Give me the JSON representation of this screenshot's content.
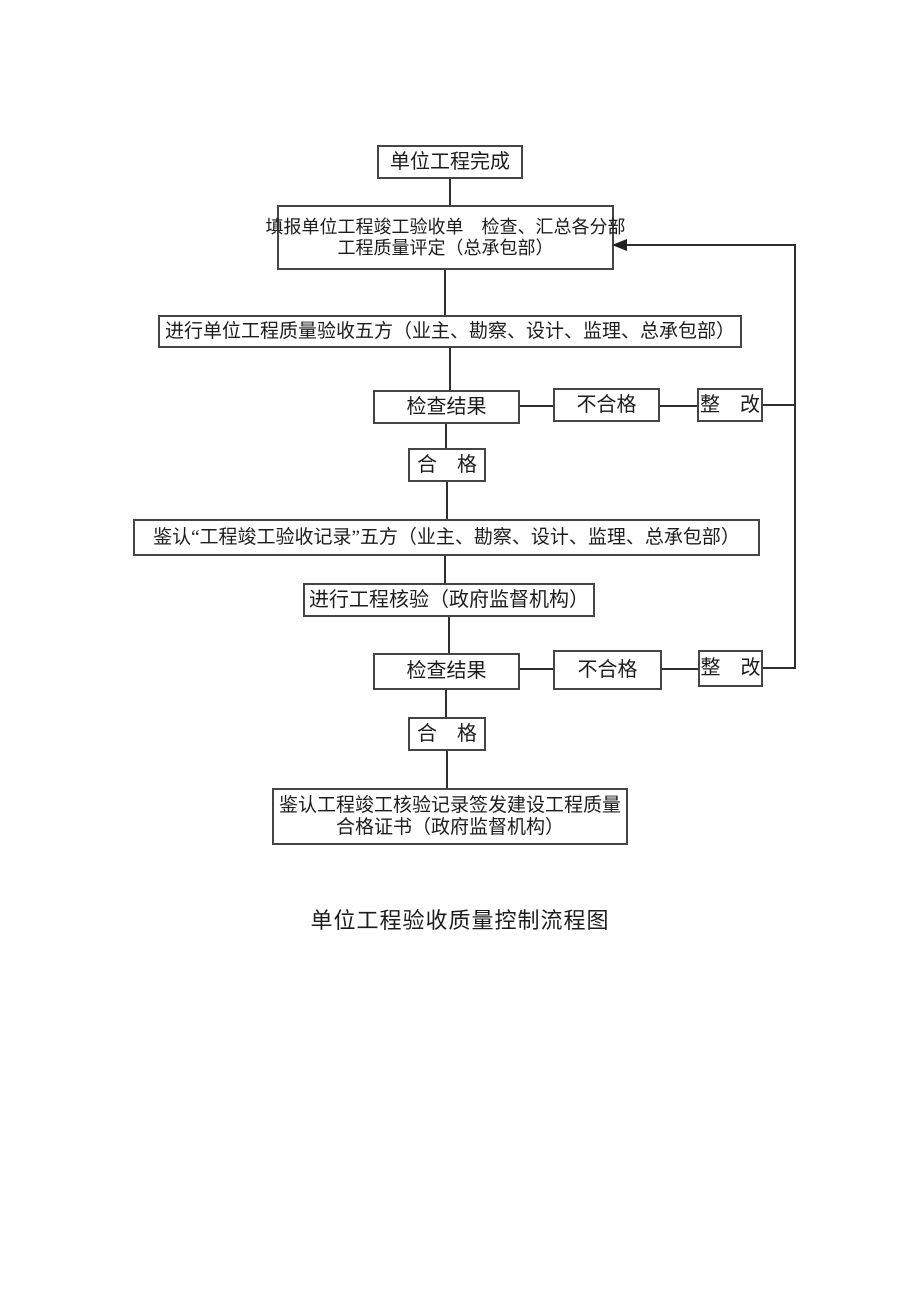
{
  "diagram": {
    "caption": "单位工程验收质量控制流程图",
    "nodes": {
      "start": {
        "label": "单位工程完成"
      },
      "fill_report": {
        "line1": "填报单位工程竣工验收单　检查、汇总各分部",
        "line2": "工程质量评定（总承包部）"
      },
      "unit_acceptance": {
        "label": "进行单位工程质量验收五方（业主、勘察、设计、监理、总承包部）"
      },
      "check_result_1": {
        "label": "检查结果"
      },
      "fail_1": {
        "label": "不合格"
      },
      "rectify_1": {
        "label": "整　改"
      },
      "pass_1": {
        "label": "合　格"
      },
      "sign_record": {
        "label": "鉴认“工程竣工验收记录”五方（业主、勘察、设计、监理、总承包部）"
      },
      "gov_verify": {
        "label": "进行工程核验（政府监督机构）"
      },
      "check_result_2": {
        "label": "检查结果"
      },
      "fail_2": {
        "label": "不合格"
      },
      "rectify_2": {
        "label": "整　改"
      },
      "pass_2": {
        "label": "合　格"
      },
      "certificate": {
        "line1": "鉴认工程竣工核验记录签发建设工程质量",
        "line2": "合格证书（政府监督机构）"
      }
    }
  }
}
